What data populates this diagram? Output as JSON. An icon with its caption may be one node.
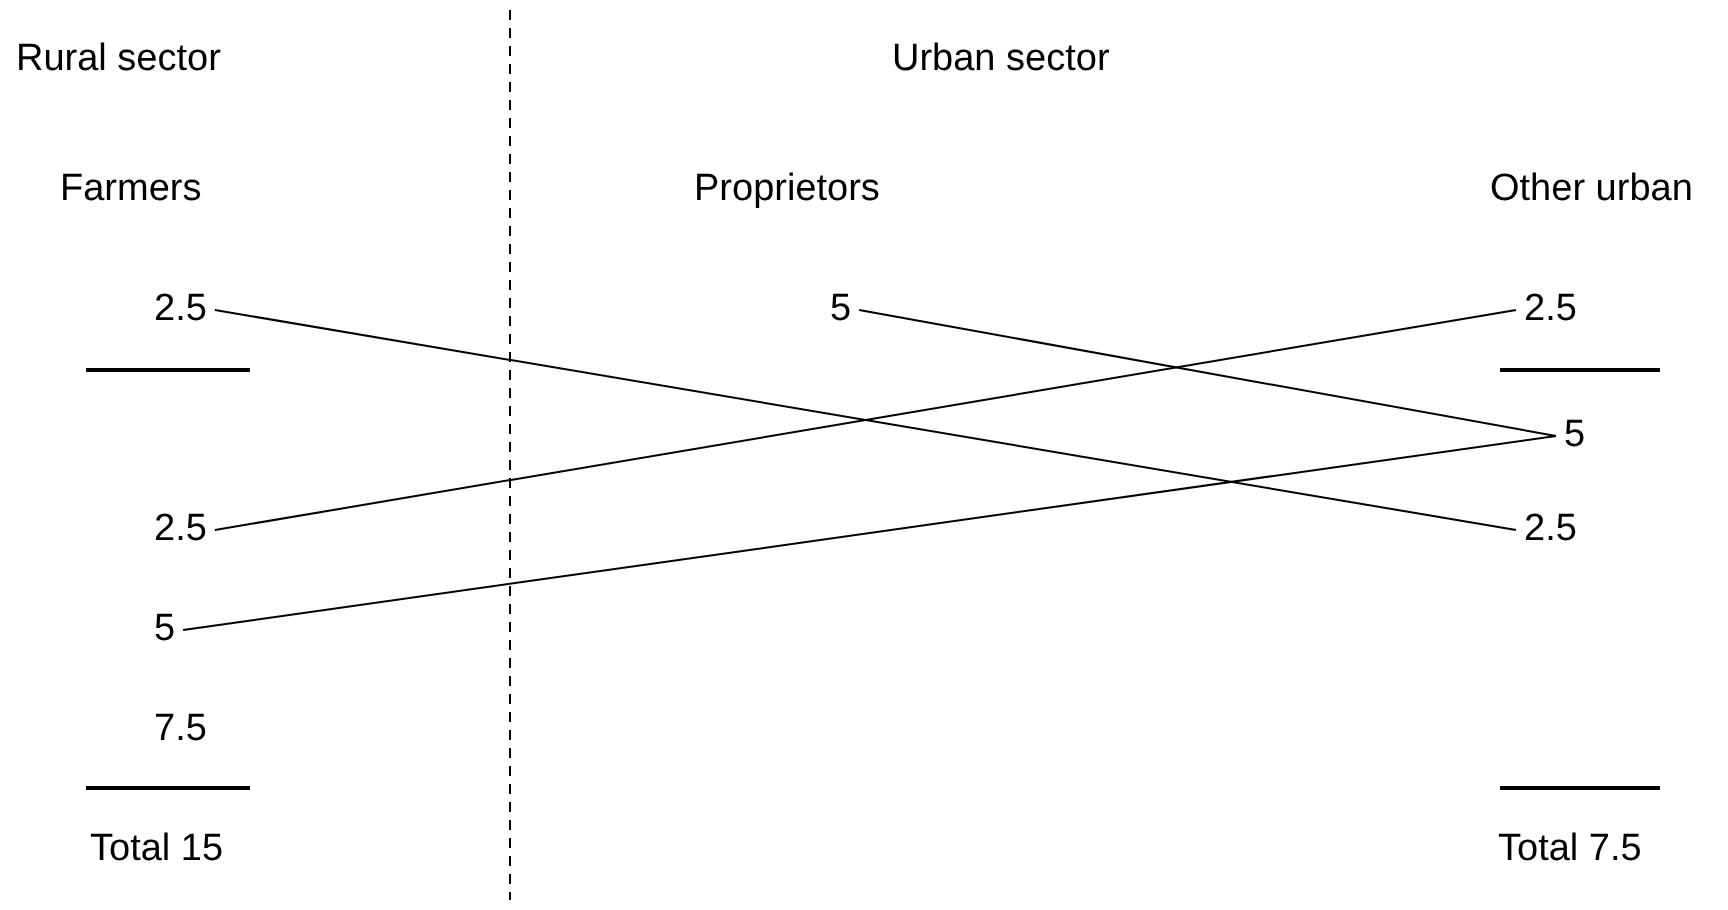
{
  "diagram": {
    "nodes": [
      {
        "text": [
          "2.5"
        ]
      },
      {
        "text": [
          "5"
        ]
      },
      {
        "text": [
          "2.5"
        ]
      },
      {
        "text": [
          "5"
        ]
      },
      {
        "text": [
          "2.5"
        ]
      },
      {
        "text": [
          "2.5"
        ]
      },
      {
        "text": [
          "5"
        ]
      }
    ],
    "edges": [
      {
        "from": 0,
        "to": 5,
        "arrow": "none"
      },
      {
        "from": 1,
        "to": 3,
        "arrow": "none"
      },
      {
        "from": 4,
        "to": 2,
        "arrow": "none"
      },
      {
        "from": 6,
        "to": 3,
        "arrow": "none"
      }
    ],
    "labels": [
      "Rural sector",
      "Urban sector",
      "Farmers",
      "Proprietors",
      "Other urban",
      "7.5",
      "Total 15",
      "Total 7.5"
    ]
  }
}
